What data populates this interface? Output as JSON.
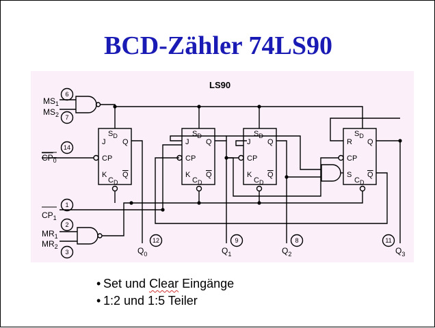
{
  "slide": {
    "title": "BCD-Zähler 74LS90",
    "bullets": [
      {
        "marker": "•",
        "before": "Set und ",
        "misspelled": "Clear",
        "after": " Eingänge"
      },
      {
        "marker": "•",
        "text": "1:2  und 1:5 Teiler"
      }
    ]
  },
  "diagram": {
    "chip_label": "LS90",
    "inputs": {
      "ms1": {
        "name": "MS",
        "sub": "1",
        "pin": "6"
      },
      "ms2": {
        "name": "MS",
        "sub": "2",
        "pin": "7"
      },
      "cp0": {
        "name": "CP",
        "sub": "0",
        "pin": "14"
      },
      "cp1": {
        "name": "CP",
        "sub": "1",
        "pin": "1"
      },
      "mr1": {
        "name": "MR",
        "sub": "1",
        "pin": "2"
      },
      "mr2": {
        "name": "MR",
        "sub": "2",
        "pin": "3"
      }
    },
    "outputs": {
      "q0": {
        "name": "Q",
        "sub": "0",
        "pin": "12"
      },
      "q1": {
        "name": "Q",
        "sub": "1",
        "pin": "9"
      },
      "q2": {
        "name": "Q",
        "sub": "2",
        "pin": "8"
      },
      "q3": {
        "name": "Q",
        "sub": "3",
        "pin": "11"
      }
    },
    "flipflop_jk": {
      "sd": "S",
      "sd_sub": "D",
      "cd": "C",
      "cd_sub": "D",
      "j": "J",
      "k": "K",
      "q": "Q",
      "cp": "CP"
    },
    "flipflop_rs": {
      "r": "R",
      "s": "S"
    },
    "colors": {
      "panel_bg": "#fbf0fa",
      "title": "#1a1ab4",
      "line": "#000000"
    }
  }
}
